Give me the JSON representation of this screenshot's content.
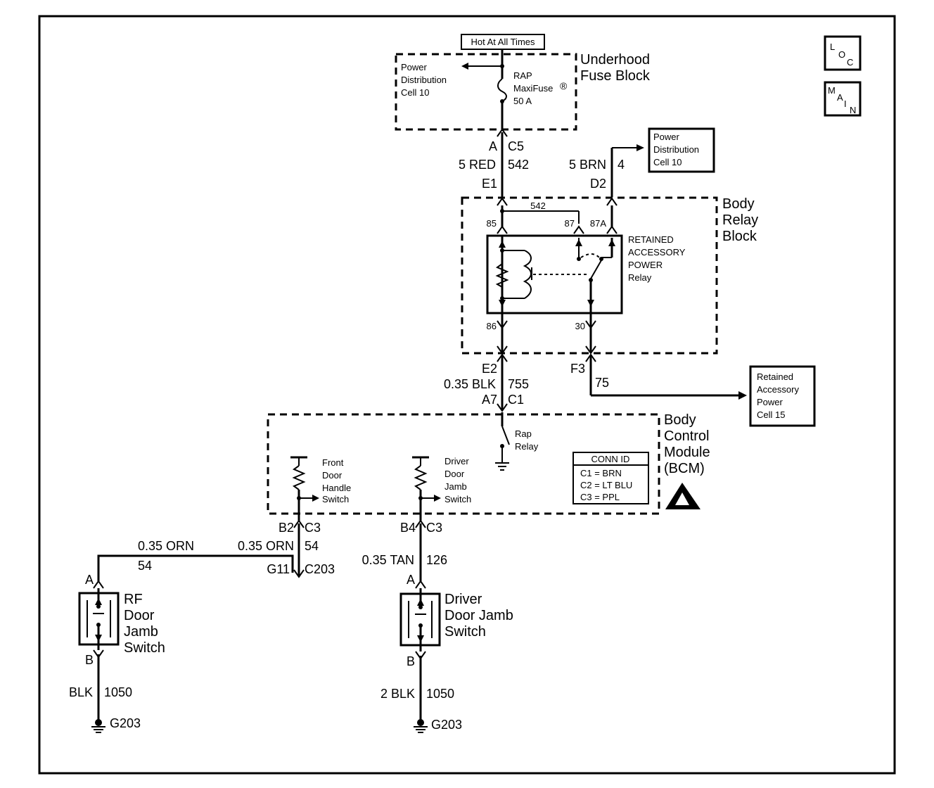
{
  "hot_label": "Hot At All Times",
  "loc_icon": {
    "l": "L",
    "o": "O",
    "c": "C"
  },
  "main_icon": {
    "m": "M",
    "a": "A",
    "i": "I",
    "n": "N"
  },
  "underhood": {
    "title": [
      "Underhood",
      "Fuse Block"
    ],
    "pdc": [
      "Power",
      "Distribution",
      "Cell 10"
    ],
    "fuse": [
      "RAP",
      "MaxiFuse",
      "50 A"
    ],
    "fuse_reg": "®"
  },
  "conn_c5": {
    "pin": "A",
    "id": "C5"
  },
  "wire_542": {
    "gauge": "5 RED",
    "circuit": "542"
  },
  "wire_4": {
    "gauge": "5 BRN",
    "circuit": "4"
  },
  "pdc_right": [
    "Power",
    "Distribution",
    "Cell 10"
  ],
  "body_relay": {
    "title": [
      "Body",
      "Relay",
      "Block"
    ],
    "pin_e1": "E1",
    "pin_d2": "D2",
    "internal_circuit": "542",
    "terminals": {
      "t85": "85",
      "t87": "87",
      "t87a": "87A",
      "t86": "86",
      "t30": "30"
    },
    "relay_label": [
      "RETAINED",
      "ACCESSORY",
      "POWER",
      "Relay"
    ],
    "pin_e2": "E2",
    "pin_f3": "F3"
  },
  "wire_755": {
    "gauge": "0.35 BLK",
    "circuit": "755"
  },
  "conn_c1": {
    "pin": "A7",
    "id": "C1"
  },
  "wire_75": {
    "circuit": "75"
  },
  "rap_cell": [
    "Retained",
    "Accessory",
    "Power",
    "Cell 15"
  ],
  "bcm": {
    "title": [
      "Body",
      "Control",
      "Module",
      "(BCM)"
    ],
    "rap_relay": [
      "Rap",
      "Relay"
    ],
    "front_switch": [
      "Front",
      "Door",
      "Handle",
      "Switch"
    ],
    "driver_switch": [
      "Driver",
      "Door",
      "Jamb",
      "Switch"
    ],
    "conn_id": {
      "title": "CONN ID",
      "rows": [
        "C1 = BRN",
        "C2 = LT BLU",
        "C3 = PPL"
      ]
    }
  },
  "conn_b2": {
    "pin": "B2",
    "id": "C3"
  },
  "conn_b4": {
    "pin": "B4",
    "id": "C3"
  },
  "wire_54_left": {
    "gauge": "0.35 ORN",
    "circuit": "54"
  },
  "wire_54_right": {
    "gauge": "0.35 ORN",
    "circuit": "54"
  },
  "c203": {
    "pin": "G11",
    "id": "C203"
  },
  "wire_126": {
    "gauge": "0.35 TAN",
    "circuit": "126"
  },
  "rf_switch": {
    "pin_a": "A",
    "pin_b": "B",
    "label": [
      "RF",
      "Door",
      "Jamb",
      "Switch"
    ]
  },
  "driver_jamb": {
    "pin_a": "A",
    "pin_b": "B",
    "label": [
      "Driver",
      "Door Jamb",
      "Switch"
    ]
  },
  "ground_left": {
    "gauge": "BLK",
    "circuit": "1050",
    "ground": "G203"
  },
  "ground_right": {
    "gauge": "2 BLK",
    "circuit": "1050",
    "ground": "G203"
  }
}
